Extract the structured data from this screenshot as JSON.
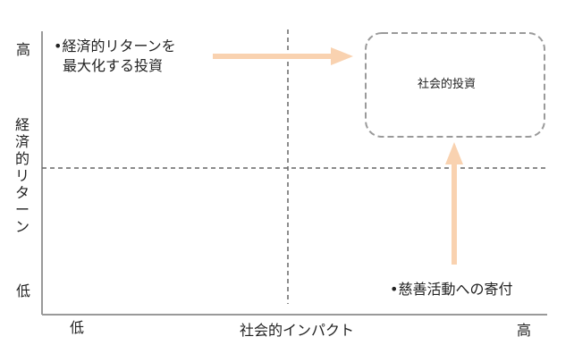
{
  "diagram": {
    "y_axis": {
      "title": "経済的リターン",
      "high_label": "高",
      "low_label": "低"
    },
    "x_axis": {
      "title": "社会的インパクト",
      "low_label": "低",
      "high_label": "高"
    },
    "notes": {
      "top_left_line1": "•経済的リターンを",
      "top_left_line2": "最大化する投資",
      "bottom_right": "•慈善活動への寄付"
    },
    "target_box": {
      "label": "社会的投資"
    },
    "colors": {
      "arrow": "#f9d2b0",
      "axis": "#999999",
      "dashed": "#666666",
      "box_border": "#9a9a9a"
    }
  }
}
